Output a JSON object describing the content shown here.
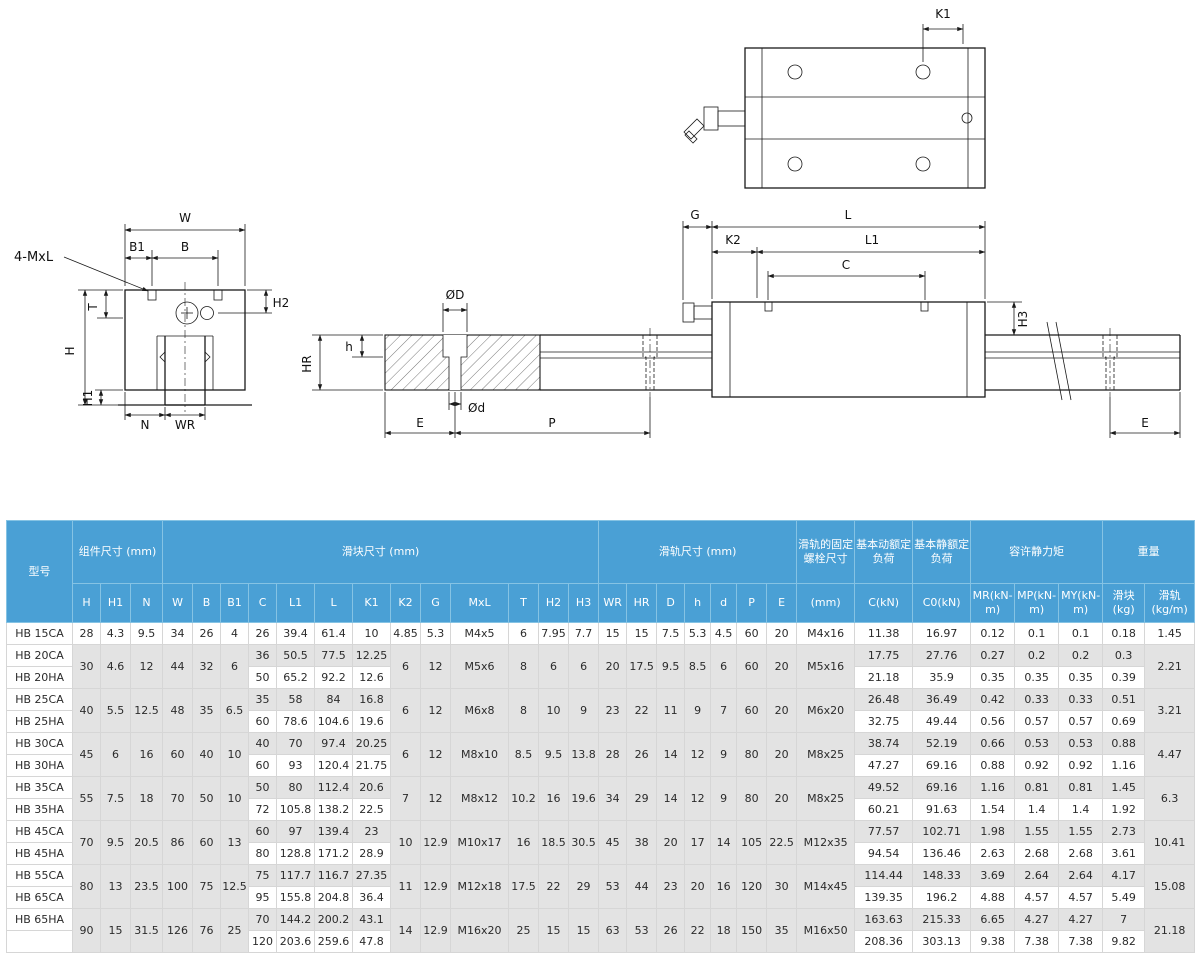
{
  "colors": {
    "header_blue": "#4AA0D5",
    "row_gray": "#E3E3E3"
  },
  "drawing": {
    "labels": {
      "k1": "K1",
      "four_mxl": "4-MxL",
      "w": "W",
      "b1": "B1",
      "b": "B",
      "t": "T",
      "h": "H",
      "h1": "H1",
      "n": "N",
      "wr": "WR",
      "h2": "H2",
      "dia_D": "ØD",
      "h_small": "h",
      "hr": "HR",
      "dia_d": "Ød",
      "e_left": "E",
      "p": "P",
      "g": "G",
      "l": "L",
      "k2": "K2",
      "l1": "L1",
      "c": "C",
      "h3": "H3",
      "e_right": "E"
    }
  },
  "table": {
    "header": {
      "model": "型号",
      "assembly": "组件尺寸 (mm)",
      "block": "滑块尺寸 (mm)",
      "rail": "滑轨尺寸 (mm)",
      "bolt": "滑轨的固定螺栓尺寸",
      "dynamic_load": "基本动额定负荷",
      "static_load": "基本静额定负荷",
      "moment": "容许静力矩",
      "weight": "重量",
      "cols": [
        "H",
        "H1",
        "N",
        "W",
        "B",
        "B1",
        "C",
        "L1",
        "L",
        "K1",
        "K2",
        "G",
        "MxL",
        "T",
        "H2",
        "H3",
        "WR",
        "HR",
        "D",
        "h",
        "d",
        "P",
        "E",
        "(mm)",
        "C(kN)",
        "C0(kN)",
        "MR(kN-m)",
        "MP(kN-m)",
        "MY(kN-m)",
        "滑块(kg)",
        "滑轨(kg/m)"
      ]
    },
    "groups": [
      {
        "models": [
          "HB 15CA"
        ],
        "merged": {
          "H": "28",
          "H1": "4.3",
          "N": "9.5",
          "W": "34",
          "B": "26",
          "B1": "4",
          "K2": "4.85",
          "G": "5.3",
          "MxL": "M4x5",
          "T": "6",
          "H2": "7.95",
          "H3": "7.7",
          "WR": "15",
          "HR": "15",
          "D": "7.5",
          "h": "5.3",
          "d": "4.5",
          "P": "60",
          "E": "20",
          "bolt": "M4x16",
          "rail": "1.45"
        },
        "rows": [
          {
            "C": "26",
            "L1": "39.4",
            "L": "61.4",
            "K1": "10",
            "CkN": "11.38",
            "C0kN": "16.97",
            "MR": "0.12",
            "MP": "0.1",
            "MY": "0.1",
            "block": "0.18"
          }
        ]
      },
      {
        "models": [
          "HB 20CA",
          "HB 20HA"
        ],
        "merged": {
          "H": "30",
          "H1": "4.6",
          "N": "12",
          "W": "44",
          "B": "32",
          "B1": "6",
          "K2": "6",
          "G": "12",
          "MxL": "M5x6",
          "T": "8",
          "H2": "6",
          "H3": "6",
          "WR": "20",
          "HR": "17.5",
          "D": "9.5",
          "h": "8.5",
          "d": "6",
          "P": "60",
          "E": "20",
          "bolt": "M5x16",
          "rail": "2.21"
        },
        "rows": [
          {
            "C": "36",
            "L1": "50.5",
            "L": "77.5",
            "K1": "12.25",
            "CkN": "17.75",
            "C0kN": "27.76",
            "MR": "0.27",
            "MP": "0.2",
            "MY": "0.2",
            "block": "0.3"
          },
          {
            "C": "50",
            "L1": "65.2",
            "L": "92.2",
            "K1": "12.6",
            "CkN": "21.18",
            "C0kN": "35.9",
            "MR": "0.35",
            "MP": "0.35",
            "MY": "0.35",
            "block": "0.39"
          }
        ]
      },
      {
        "models": [
          "HB 25CA",
          "HB 25HA"
        ],
        "merged": {
          "H": "40",
          "H1": "5.5",
          "N": "12.5",
          "W": "48",
          "B": "35",
          "B1": "6.5",
          "K2": "6",
          "G": "12",
          "MxL": "M6x8",
          "T": "8",
          "H2": "10",
          "H3": "9",
          "WR": "23",
          "HR": "22",
          "D": "11",
          "h": "9",
          "d": "7",
          "P": "60",
          "E": "20",
          "bolt": "M6x20",
          "rail": "3.21"
        },
        "rows": [
          {
            "C": "35",
            "L1": "58",
            "L": "84",
            "K1": "16.8",
            "CkN": "26.48",
            "C0kN": "36.49",
            "MR": "0.42",
            "MP": "0.33",
            "MY": "0.33",
            "block": "0.51"
          },
          {
            "C": "60",
            "L1": "78.6",
            "L": "104.6",
            "K1": "19.6",
            "CkN": "32.75",
            "C0kN": "49.44",
            "MR": "0.56",
            "MP": "0.57",
            "MY": "0.57",
            "block": "0.69"
          }
        ]
      },
      {
        "models": [
          "HB 30CA",
          "HB 30HA"
        ],
        "merged": {
          "H": "45",
          "H1": "6",
          "N": "16",
          "W": "60",
          "B": "40",
          "B1": "10",
          "K2": "6",
          "G": "12",
          "MxL": "M8x10",
          "T": "8.5",
          "H2": "9.5",
          "H3": "13.8",
          "WR": "28",
          "HR": "26",
          "D": "14",
          "h": "12",
          "d": "9",
          "P": "80",
          "E": "20",
          "bolt": "M8x25",
          "rail": "4.47"
        },
        "rows": [
          {
            "C": "40",
            "L1": "70",
            "L": "97.4",
            "K1": "20.25",
            "CkN": "38.74",
            "C0kN": "52.19",
            "MR": "0.66",
            "MP": "0.53",
            "MY": "0.53",
            "block": "0.88"
          },
          {
            "C": "60",
            "L1": "93",
            "L": "120.4",
            "K1": "21.75",
            "CkN": "47.27",
            "C0kN": "69.16",
            "MR": "0.88",
            "MP": "0.92",
            "MY": "0.92",
            "block": "1.16"
          }
        ]
      },
      {
        "models": [
          "HB 35CA",
          "HB 35HA"
        ],
        "merged": {
          "H": "55",
          "H1": "7.5",
          "N": "18",
          "W": "70",
          "B": "50",
          "B1": "10",
          "K2": "7",
          "G": "12",
          "MxL": "M8x12",
          "T": "10.2",
          "H2": "16",
          "H3": "19.6",
          "WR": "34",
          "HR": "29",
          "D": "14",
          "h": "12",
          "d": "9",
          "P": "80",
          "E": "20",
          "bolt": "M8x25",
          "rail": "6.3"
        },
        "rows": [
          {
            "C": "50",
            "L1": "80",
            "L": "112.4",
            "K1": "20.6",
            "CkN": "49.52",
            "C0kN": "69.16",
            "MR": "1.16",
            "MP": "0.81",
            "MY": "0.81",
            "block": "1.45"
          },
          {
            "C": "72",
            "L1": "105.8",
            "L": "138.2",
            "K1": "22.5",
            "CkN": "60.21",
            "C0kN": "91.63",
            "MR": "1.54",
            "MP": "1.4",
            "MY": "1.4",
            "block": "1.92"
          }
        ]
      },
      {
        "models": [
          "HB 45CA",
          "HB 45HA"
        ],
        "merged": {
          "H": "70",
          "H1": "9.5",
          "N": "20.5",
          "W": "86",
          "B": "60",
          "B1": "13",
          "K2": "10",
          "G": "12.9",
          "MxL": "M10x17",
          "T": "16",
          "H2": "18.5",
          "H3": "30.5",
          "WR": "45",
          "HR": "38",
          "D": "20",
          "h": "17",
          "d": "14",
          "P": "105",
          "E": "22.5",
          "bolt": "M12x35",
          "rail": "10.41"
        },
        "rows": [
          {
            "C": "60",
            "L1": "97",
            "L": "139.4",
            "K1": "23",
            "CkN": "77.57",
            "C0kN": "102.71",
            "MR": "1.98",
            "MP": "1.55",
            "MY": "1.55",
            "block": "2.73"
          },
          {
            "C": "80",
            "L1": "128.8",
            "L": "171.2",
            "K1": "28.9",
            "CkN": "94.54",
            "C0kN": "136.46",
            "MR": "2.63",
            "MP": "2.68",
            "MY": "2.68",
            "block": "3.61"
          }
        ]
      },
      {
        "models": [
          "HB 55CA",
          "HB 65CA"
        ],
        "merged": {
          "H": "80",
          "H1": "13",
          "N": "23.5",
          "W": "100",
          "B": "75",
          "B1": "12.5",
          "K2": "11",
          "G": "12.9",
          "MxL": "M12x18",
          "T": "17.5",
          "H2": "22",
          "H3": "29",
          "WR": "53",
          "HR": "44",
          "D": "23",
          "h": "20",
          "d": "16",
          "P": "120",
          "E": "30",
          "bolt": "M14x45",
          "rail": "15.08"
        },
        "rows": [
          {
            "C": "75",
            "L1": "117.7",
            "L": "116.7",
            "K1": "27.35",
            "CkN": "114.44",
            "C0kN": "148.33",
            "MR": "3.69",
            "MP": "2.64",
            "MY": "2.64",
            "block": "4.17"
          },
          {
            "C": "95",
            "L1": "155.8",
            "L": "204.8",
            "K1": "36.4",
            "CkN": "139.35",
            "C0kN": "196.2",
            "MR": "4.88",
            "MP": "4.57",
            "MY": "4.57",
            "block": "5.49"
          }
        ]
      },
      {
        "models": [
          "HB 65HA",
          ""
        ],
        "merged": {
          "H": "90",
          "H1": "15",
          "N": "31.5",
          "W": "126",
          "B": "76",
          "B1": "25",
          "K2": "14",
          "G": "12.9",
          "MxL": "M16x20",
          "T": "25",
          "H2": "15",
          "H3": "15",
          "WR": "63",
          "HR": "53",
          "D": "26",
          "h": "22",
          "d": "18",
          "P": "150",
          "E": "35",
          "bolt": "M16x50",
          "rail": "21.18"
        },
        "rows": [
          {
            "C": "70",
            "L1": "144.2",
            "L": "200.2",
            "K1": "43.1",
            "CkN": "163.63",
            "C0kN": "215.33",
            "MR": "6.65",
            "MP": "4.27",
            "MY": "4.27",
            "block": "7"
          },
          {
            "C": "120",
            "L1": "203.6",
            "L": "259.6",
            "K1": "47.8",
            "CkN": "208.36",
            "C0kN": "303.13",
            "MR": "9.38",
            "MP": "7.38",
            "MY": "7.38",
            "block": "9.82"
          }
        ]
      }
    ]
  }
}
